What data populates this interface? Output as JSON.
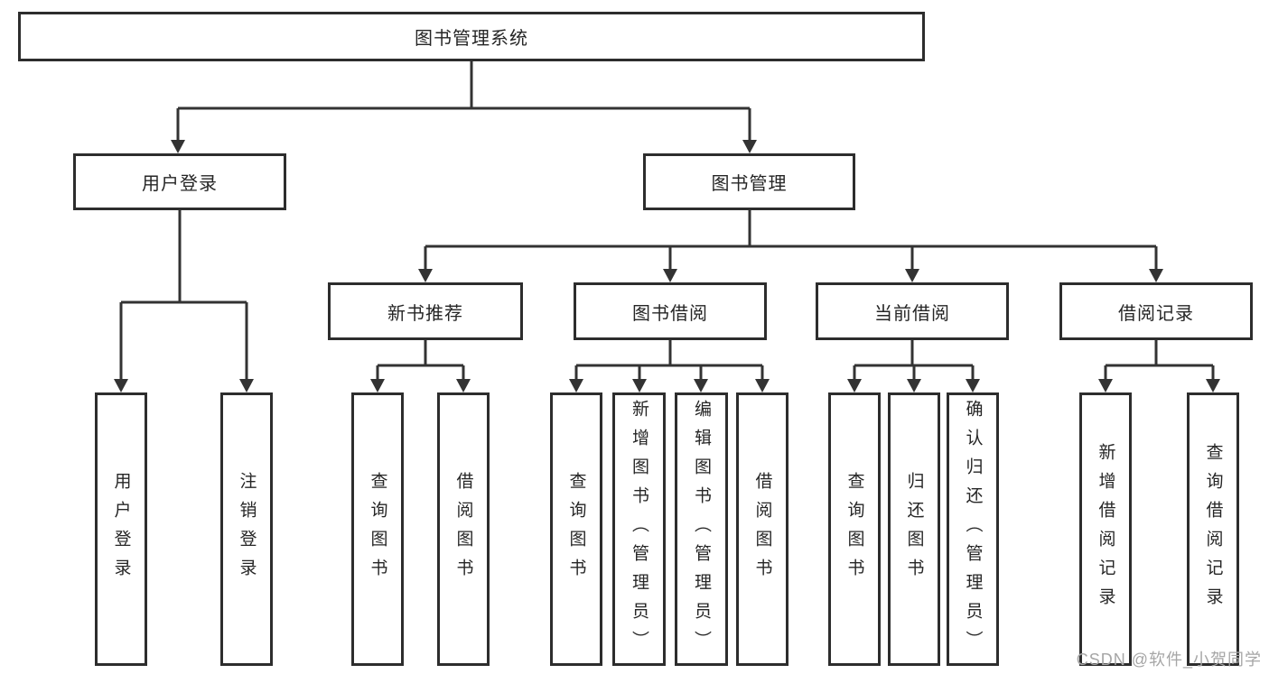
{
  "tree": {
    "root": {
      "label": "图书管理系统"
    },
    "branches": [
      {
        "label": "用户登录",
        "children": [
          "用户登录",
          "注销登录"
        ]
      },
      {
        "label": "图书管理",
        "sections": [
          {
            "label": "新书推荐",
            "children": [
              "查询图书",
              "借阅图书"
            ]
          },
          {
            "label": "图书借阅",
            "children": [
              "查询图书",
              "新增图书（管理员）",
              "编辑图书（管理员）",
              "借阅图书"
            ]
          },
          {
            "label": "当前借阅",
            "children": [
              "查询图书",
              "归还图书",
              "确认归还（管理员）"
            ]
          },
          {
            "label": "借阅记录",
            "children": [
              "新增借阅记录",
              "查询借阅记录"
            ]
          }
        ]
      }
    ]
  },
  "watermark": "CSDN @软件_小贺同学",
  "colors": {
    "line": "#333333",
    "box_border": "#2d2d2d",
    "text": "#262626",
    "watermark": "#a6a6a6",
    "background": "#ffffff"
  }
}
